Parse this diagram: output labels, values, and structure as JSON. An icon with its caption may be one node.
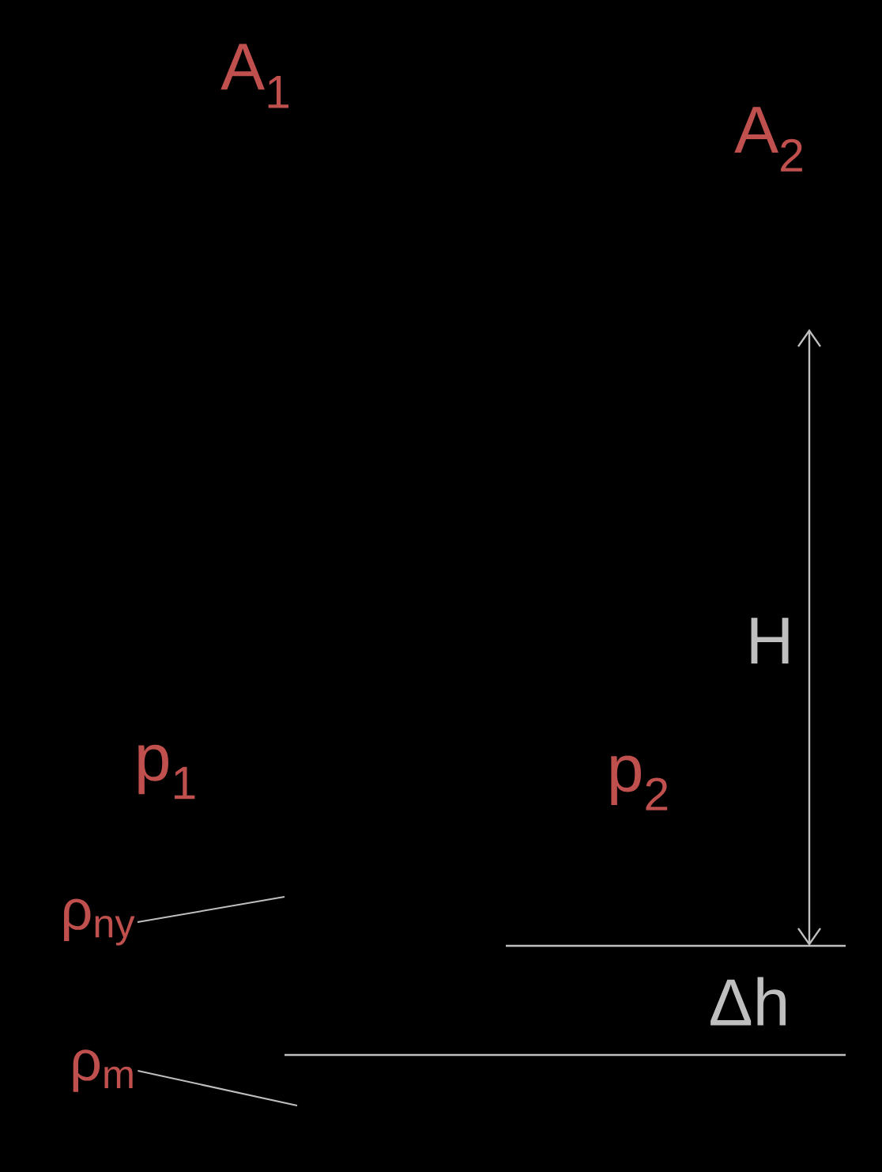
{
  "diagram": {
    "nodes": [
      {
        "text": [
          "ρ$_{ny}$"
        ]
      },
      {
        "text": [
          "ρ$_{m}$"
        ]
      }
    ],
    "edges": [
      {
        "from": 0,
        "to": null,
        "arrow": "none"
      },
      {
        "from": 1,
        "to": null,
        "arrow": "none"
      }
    ],
    "labels": [
      "A$_{1}$",
      "A$_{2}$",
      "H",
      "p$_{1}$",
      "p$_{2}$",
      "Δh"
    ]
  }
}
